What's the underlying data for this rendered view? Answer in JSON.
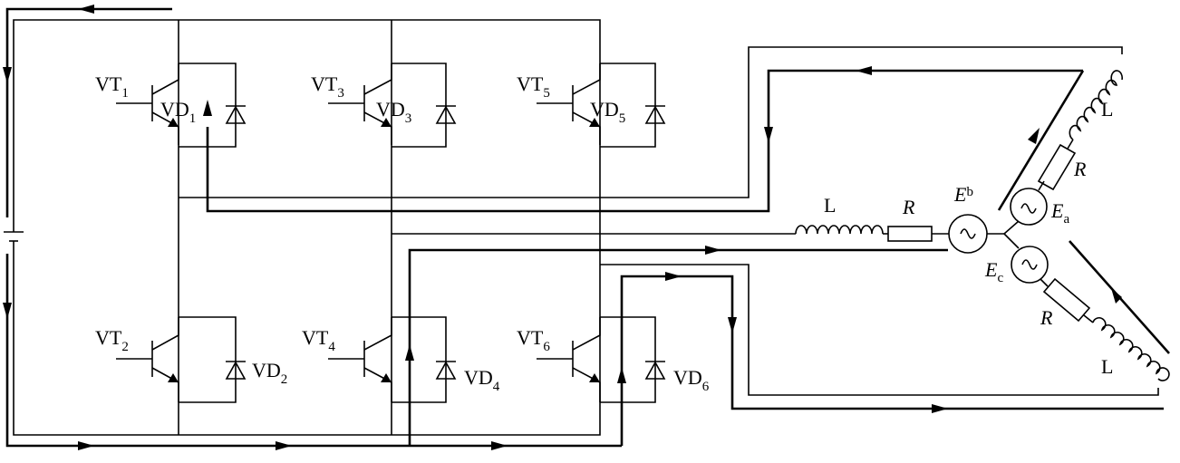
{
  "labels": {
    "vt1": "VT",
    "vt1_sub": "1",
    "vt2": "VT",
    "vt2_sub": "2",
    "vt3": "VT",
    "vt3_sub": "3",
    "vt4": "VT",
    "vt4_sub": "4",
    "vt5": "VT",
    "vt5_sub": "5",
    "vt6": "VT",
    "vt6_sub": "6",
    "vd1": "VD",
    "vd1_sub": "1",
    "vd2": "VD",
    "vd2_sub": "2",
    "vd3": "VD",
    "vd3_sub": "3",
    "vd4": "VD",
    "vd4_sub": "4",
    "vd5": "VD",
    "vd5_sub": "5",
    "vd6": "VD",
    "vd6_sub": "6",
    "l_b": "L",
    "r_b": "R",
    "e_b": "E",
    "e_b_sub": "b",
    "e_a": "E",
    "e_a_sub": "a",
    "e_c": "E",
    "e_c_sub": "c",
    "r_a": "R",
    "l_a": "L",
    "r_c": "R",
    "l_c": "L"
  }
}
